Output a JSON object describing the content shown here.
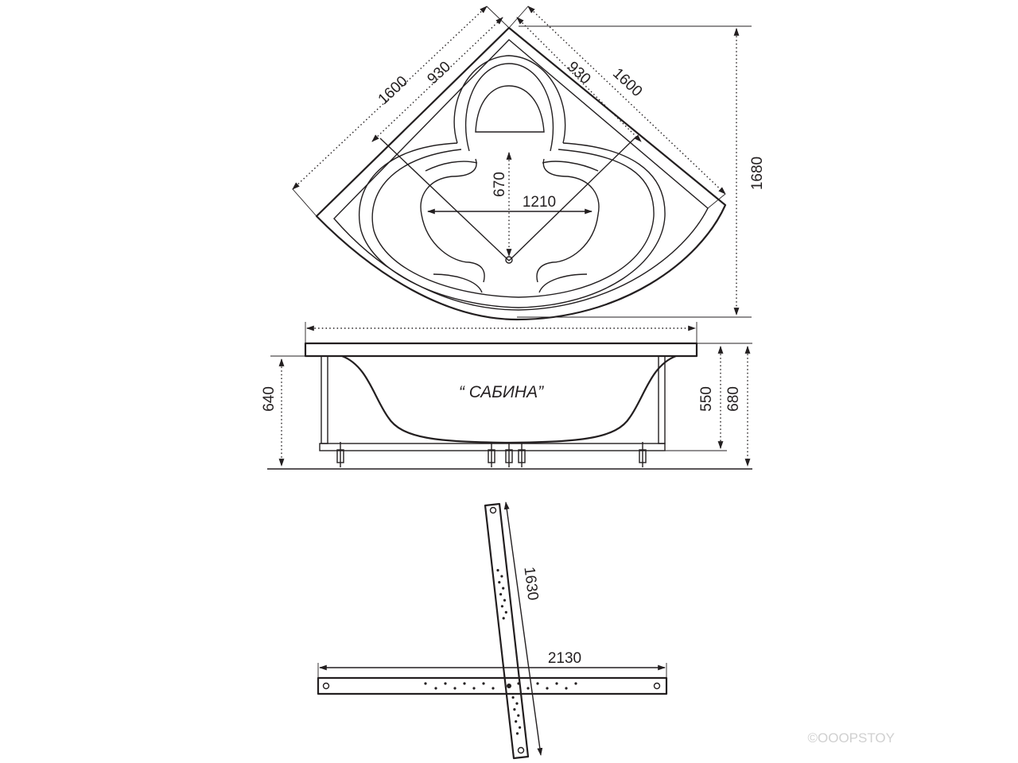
{
  "plan_view": {
    "dim_side_outer_left": "1600",
    "dim_side_inner_left": "930",
    "dim_side_inner_right": "930",
    "dim_side_outer_right": "1600",
    "dim_depth_total": "1680",
    "dim_bowl_depth": "670",
    "dim_bowl_width": "1210"
  },
  "side_view": {
    "model_name": "“ САБИНА”",
    "dim_left_height": "640",
    "dim_right_height_inner": "550",
    "dim_right_height_outer": "680"
  },
  "frame_view": {
    "dim_diagonal_bar": "1630",
    "dim_horizontal_bar": "2130"
  },
  "watermark": "©OOOPSTOY",
  "colors": {
    "line": "#231f20",
    "background": "#ffffff"
  }
}
